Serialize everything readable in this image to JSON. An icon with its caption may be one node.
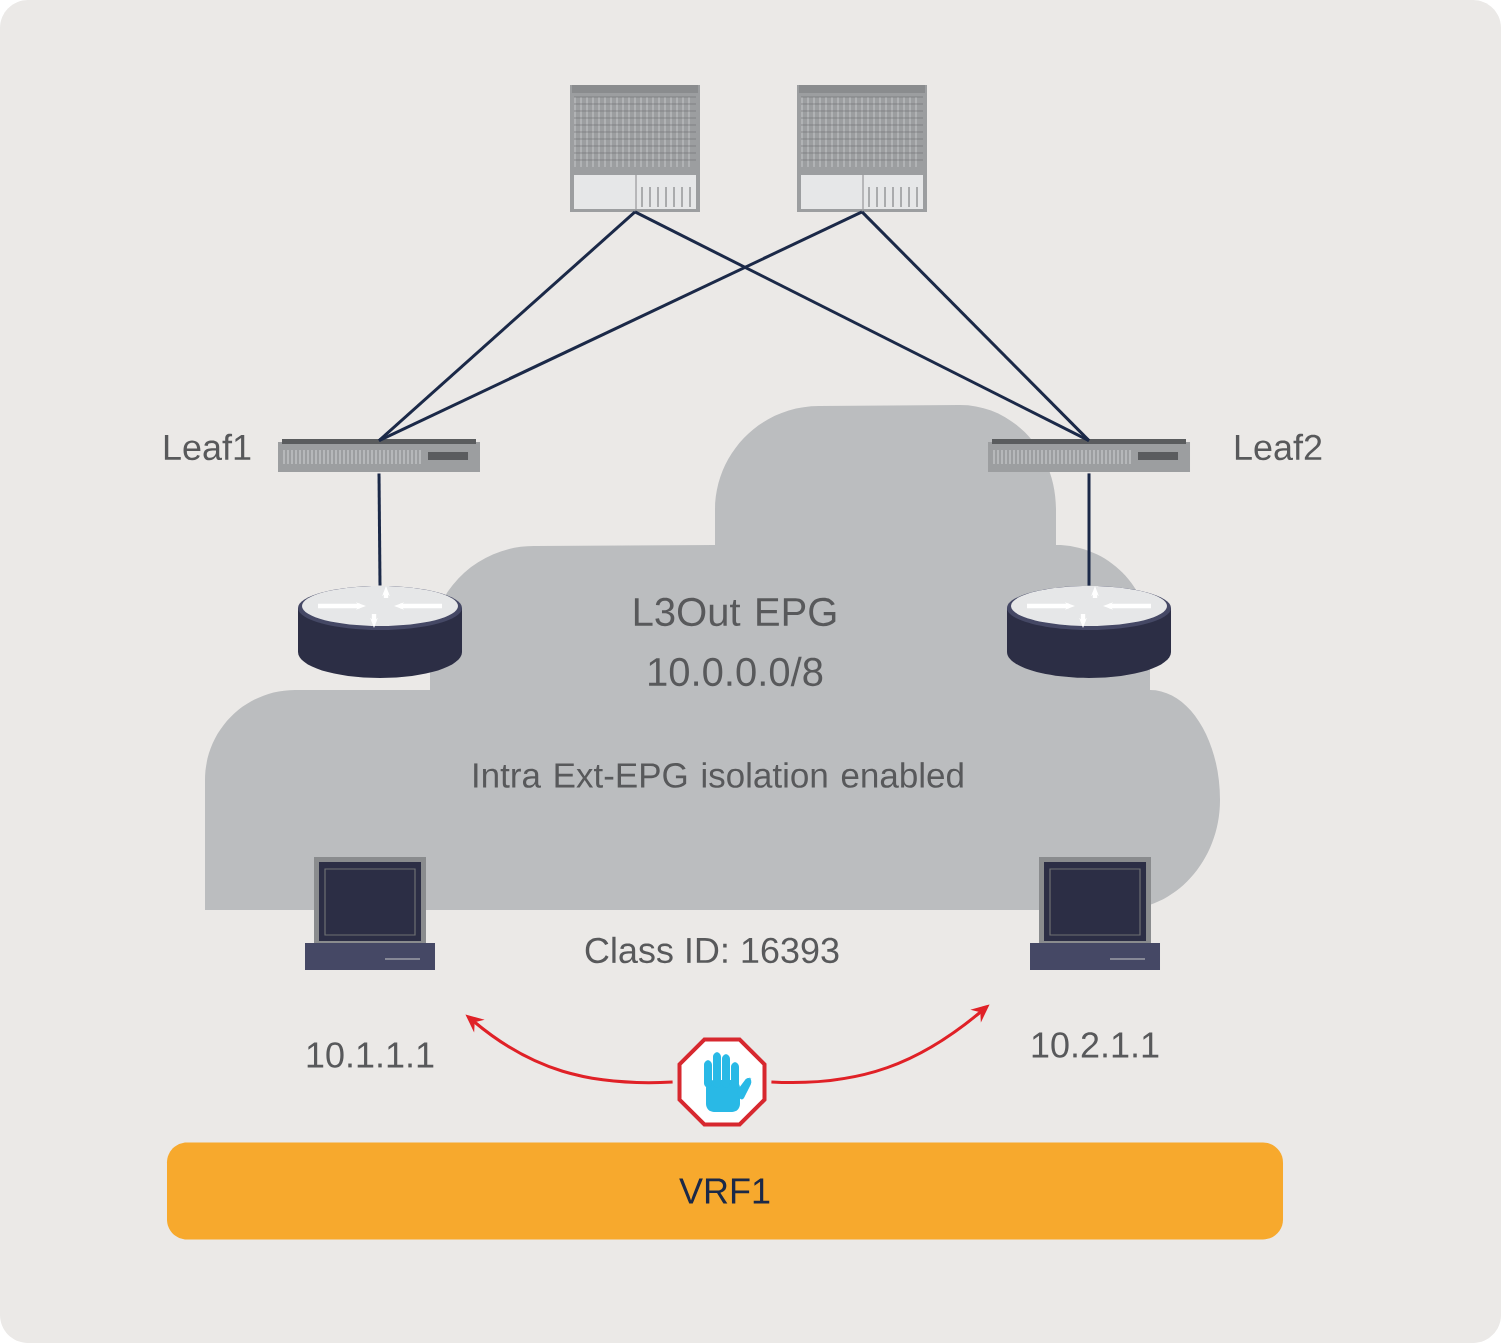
{
  "diagram": {
    "nodes": [
      {
        "text": [],
        "shape": "picture"
      },
      {
        "text": [],
        "shape": "picture"
      },
      {
        "text": [],
        "shape": "picture"
      },
      {
        "text": [],
        "shape": "picture"
      },
      {
        "text": [],
        "shape": "picture"
      },
      {
        "text": [],
        "shape": "picture",
        "in": 6
      },
      {
        "text": [
          "L3Out EPG 10.0.0.0/8",
          "Intra Ext-EPG isolation enabled"
        ]
      },
      {
        "text": [],
        "shape": "picture",
        "beside": [
          "10.1.1.1"
        ]
      },
      {
        "text": [],
        "shape": "picture",
        "beside": [
          "10.2.1.1"
        ]
      },
      {
        "text": [],
        "shape": "picture"
      },
      {
        "text": [
          "VRF1"
        ]
      }
    ],
    "edges": [
      {
        "from": 0,
        "to": 2,
        "arrow": "none"
      },
      {
        "from": 0,
        "to": 3,
        "arrow": "none"
      },
      {
        "from": 1,
        "to": 2,
        "arrow": "none"
      },
      {
        "from": 1,
        "to": 3,
        "arrow": "none"
      },
      {
        "from": 2,
        "to": 4,
        "arrow": "none"
      },
      {
        "from": 3,
        "to": 5,
        "arrow": "none"
      },
      {
        "from": 9,
        "to": 7,
        "arrow": "to",
        "color": "#e02127"
      },
      {
        "from": 9,
        "to": 8,
        "arrow": "to",
        "color": "#e02127"
      }
    ],
    "labels": [
      "Leaf1",
      "Leaf2",
      "Class ID: 16393"
    ]
  }
}
